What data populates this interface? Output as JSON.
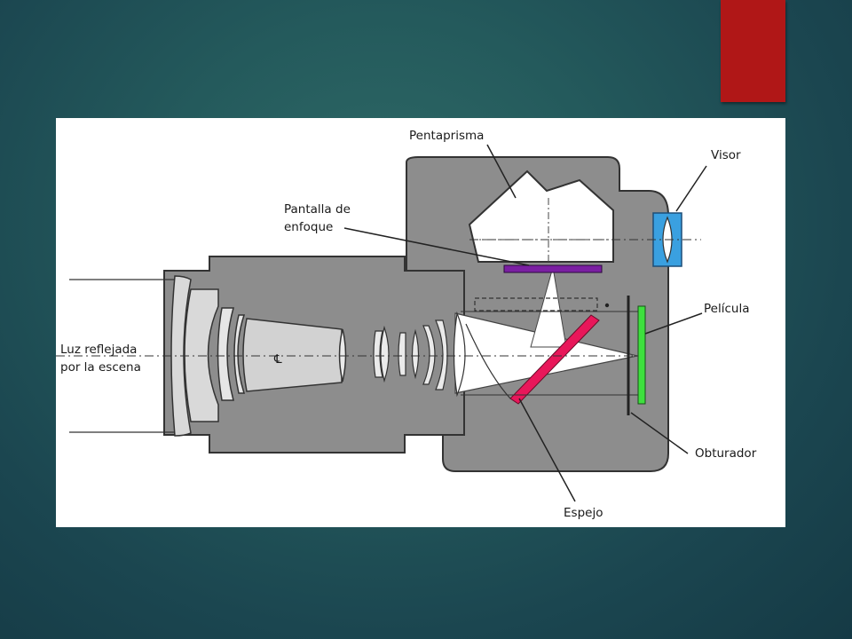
{
  "slide": {
    "accent_color": "#b01717"
  },
  "diagram": {
    "labels": {
      "pentaprisma": "Pentaprisma",
      "visor": "Visor",
      "pantalla_line1": "Pantalla de",
      "pantalla_line2": "enfoque",
      "pelicula": "Película",
      "luz_line1": "Luz reflejada",
      "luz_line2": "por la escena",
      "obturador": "Obturador",
      "espejo": "Espejo",
      "axis_symbol": "℄"
    },
    "colors": {
      "body": "#8d8d8d",
      "mirror": "#e8175a",
      "focusing_screen": "#7b1fa2",
      "film": "#3ee03e",
      "viewfinder": "#3aa0e0"
    }
  }
}
